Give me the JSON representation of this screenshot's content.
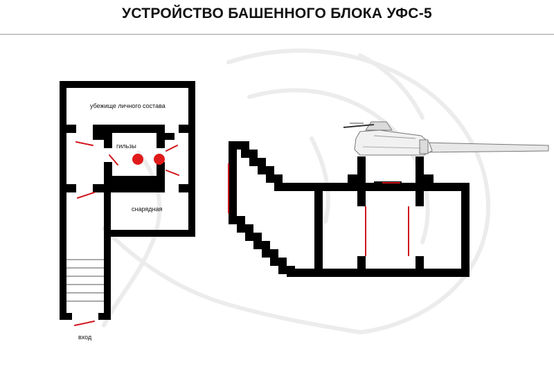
{
  "header": {
    "title": "УСТРОЙСТВО БАШЕННОГО БЛОКА УФС-5"
  },
  "left_plan": {
    "labels": {
      "shelter": "убежище личного состава",
      "casings": "гильзы",
      "ammo": "снарядная",
      "entrance": "вход"
    }
  },
  "colors": {
    "wall": "#000000",
    "door": "#d0161c",
    "marker": "#e01a1a",
    "watermark": "#ececec"
  },
  "icons": [
    "tank-turret-icon",
    "watermark-figure"
  ]
}
